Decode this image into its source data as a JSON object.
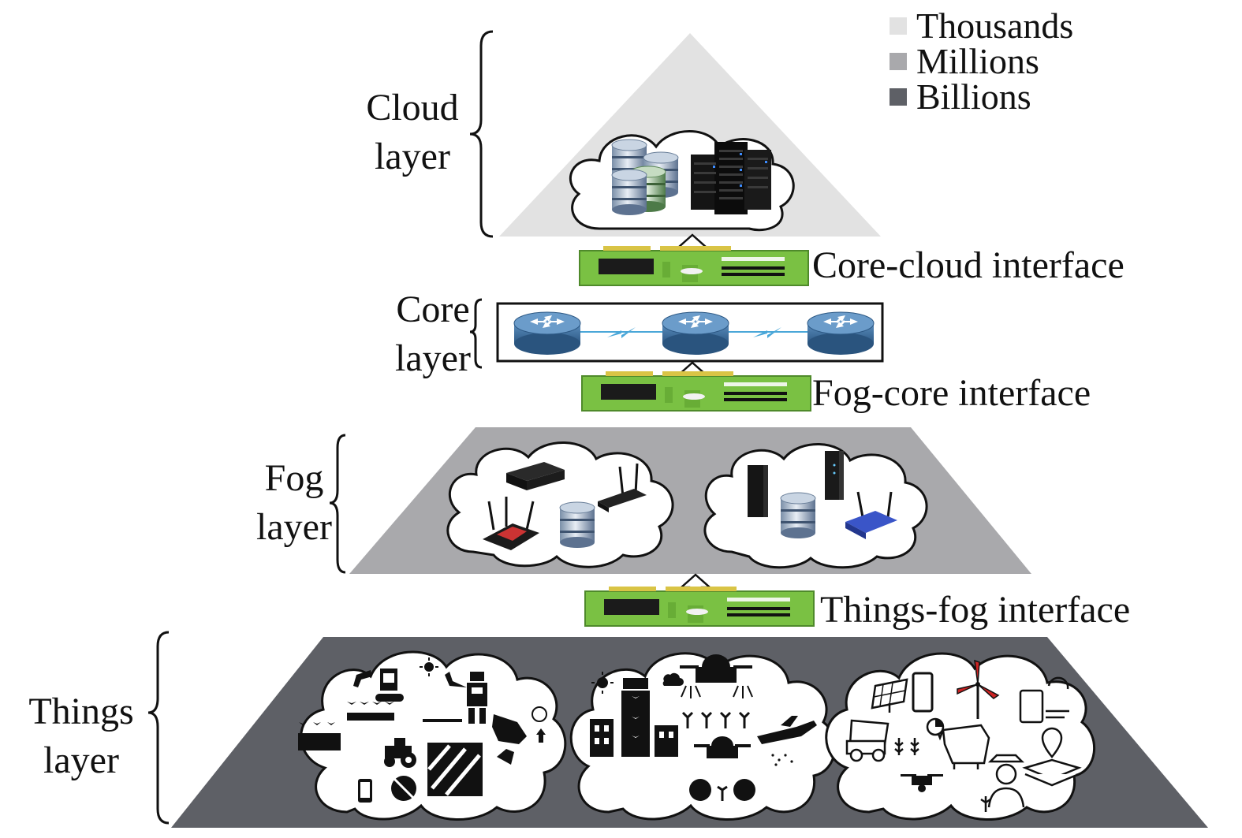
{
  "legend": {
    "items": [
      {
        "label": "Thousands",
        "color": "#e2e2e2"
      },
      {
        "label": "Millions",
        "color": "#a9a9ac"
      },
      {
        "label": "Billions",
        "color": "#5e6066"
      }
    ]
  },
  "layers": {
    "cloud": {
      "line1": "Cloud",
      "line2": "layer",
      "color": "#e2e2e2"
    },
    "core": {
      "line1": "Core",
      "line2": "layer"
    },
    "fog": {
      "line1": "Fog",
      "line2": "layer",
      "color": "#a9a9ac"
    },
    "things": {
      "line1": "Things",
      "line2": "layer",
      "color": "#5e6066"
    }
  },
  "interfaces": {
    "core_cloud": "Core-cloud interface",
    "fog_core": "Fog-core interface",
    "things_fog": "Things-fog interface"
  },
  "colors": {
    "board_green": "#7ac143",
    "router_blue": "#3d6f9e",
    "link_blue": "#4aa7d8"
  },
  "icons": {
    "cloud": [
      "database-stack-icon",
      "server-rack-icon"
    ],
    "fog": [
      "network-switch-icon",
      "wifi-router-icon",
      "database-icon",
      "modem-icon"
    ],
    "things": [
      "tractor-icon",
      "drone-icon",
      "robot-icon",
      "cow-icon",
      "solar-panel-icon",
      "wind-turbine-icon",
      "smartphone-icon",
      "greenhouse-icon",
      "farmer-icon",
      "plant-icon"
    ]
  }
}
